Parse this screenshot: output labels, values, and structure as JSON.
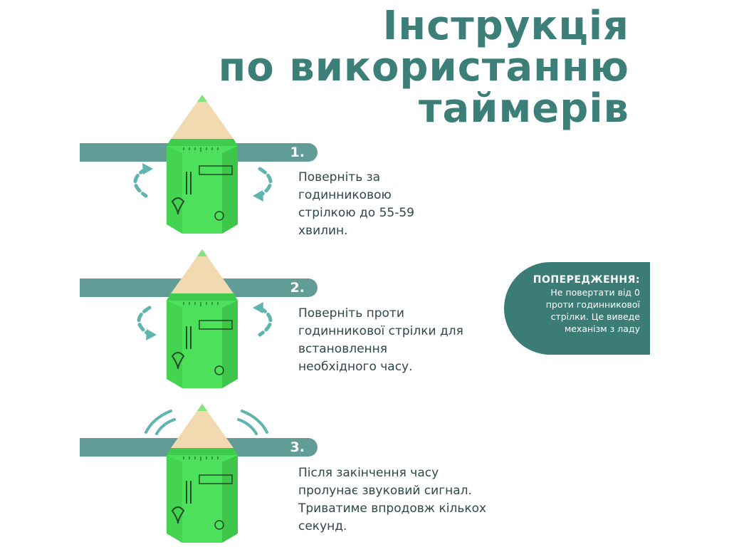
{
  "title": {
    "line1": "Інструкція",
    "line2": "по використанню",
    "line3": "таймерів"
  },
  "steps": [
    {
      "number": "1.",
      "lines": [
        "Поверніть за",
        "годинниковою",
        "стрілкою до 55-59",
        "хвилин."
      ]
    },
    {
      "number": "2.",
      "lines": [
        "Поверніть проти",
        "годинникової стрілки для",
        "встановлення",
        "необхідного  часу."
      ]
    },
    {
      "number": "3.",
      "lines": [
        "Після закінчення часу",
        "пролунає звуковий сигнал.",
        "Триватиме впродовж кількох",
        "секунд."
      ]
    }
  ],
  "warning": {
    "heading": "ПОПЕРЕДЖЕННЯ:",
    "lines": [
      "Не повертати від 0",
      "проти годинникової",
      "стрілки. Це виведе",
      "механізм з ладу"
    ]
  },
  "colors": {
    "teal_dark": "#3b7c77",
    "teal_bar": "#629c97",
    "timer_green": "#4de05a",
    "wood": "#f1d9b0",
    "arrow": "#5fb4ae"
  }
}
